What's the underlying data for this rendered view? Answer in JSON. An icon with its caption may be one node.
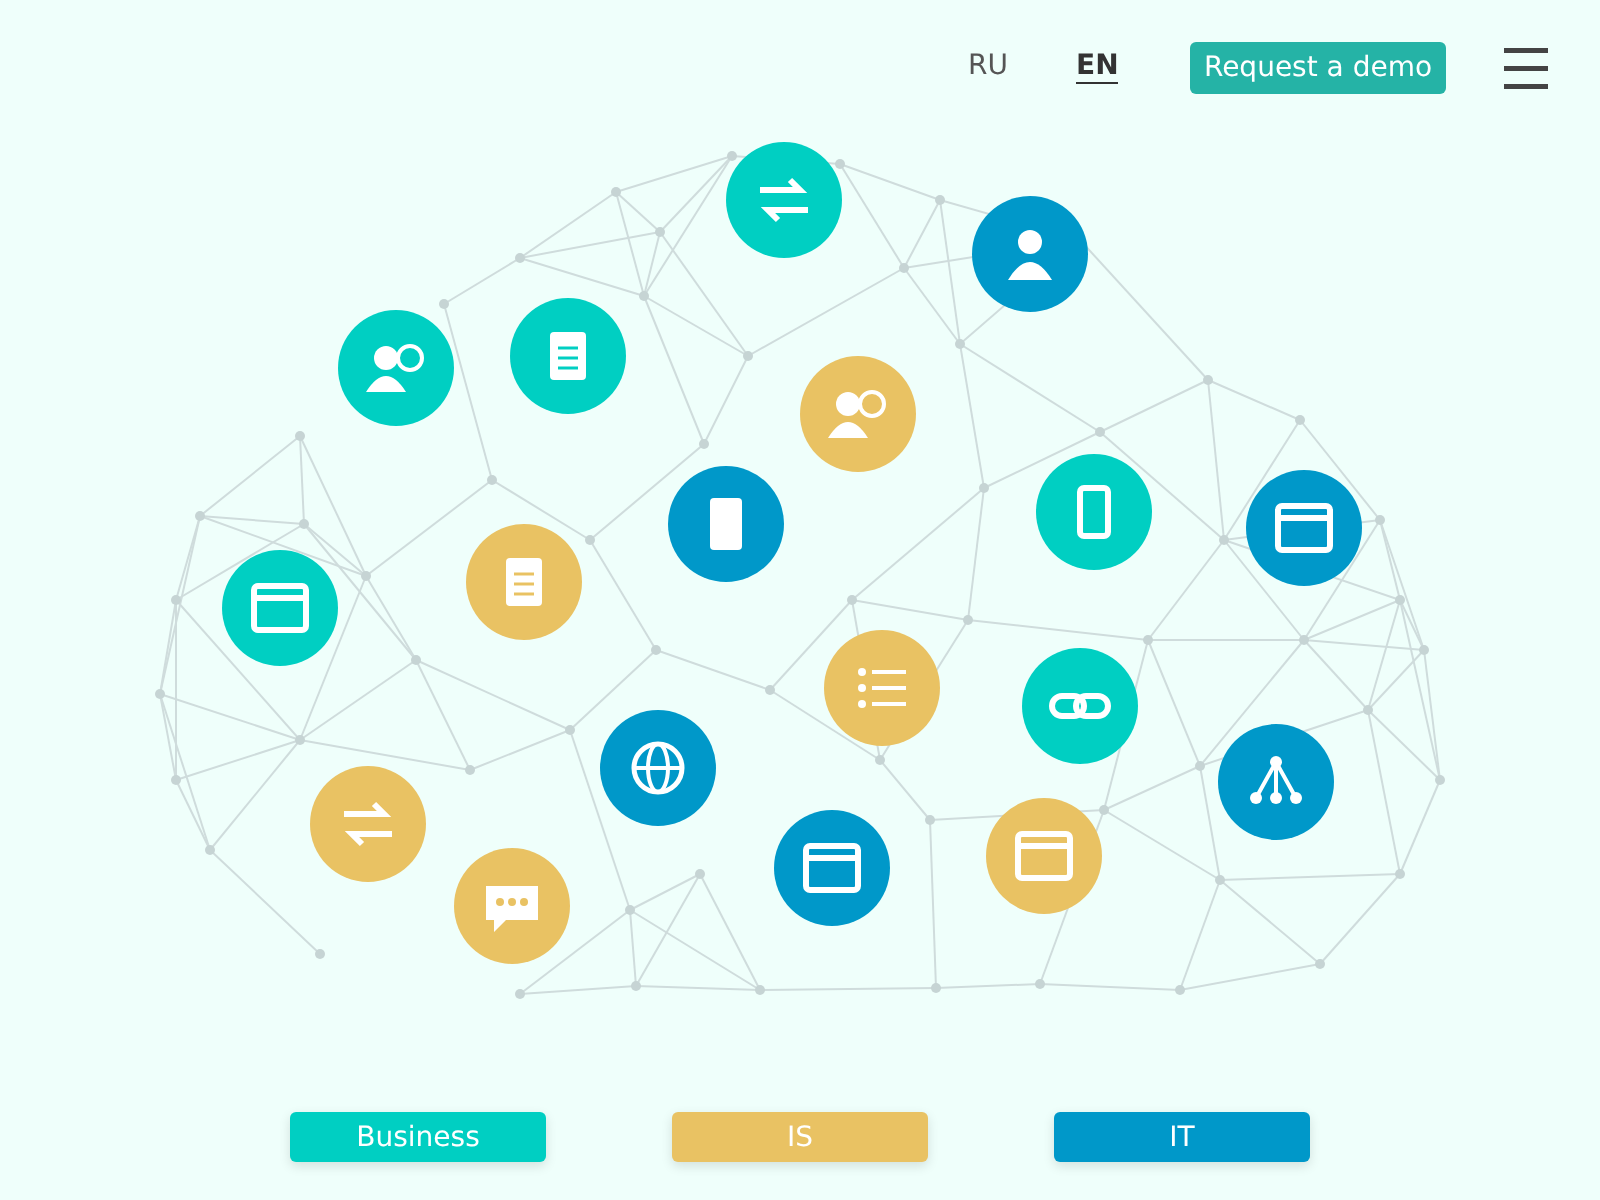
{
  "diagram": {
    "labels": [
      "RU",
      "EN",
      "Request a demo"
    ],
    "legend": [
      {
        "text": "Business",
        "color": "#00cfc2"
      },
      {
        "text": "IS",
        "color": "#e9c263"
      },
      {
        "text": "IT",
        "color": "#0098c9"
      }
    ]
  }
}
